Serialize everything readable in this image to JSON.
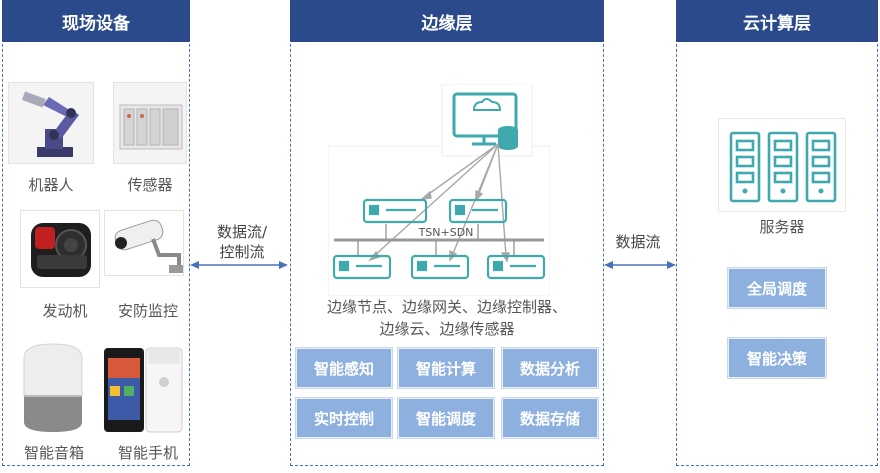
{
  "field": {
    "title": "现场设备",
    "devices": [
      {
        "label": "机器人",
        "icon": "robot-arm-icon"
      },
      {
        "label": "传感器",
        "icon": "sensor-icon"
      },
      {
        "label": "发动机",
        "icon": "engine-icon"
      },
      {
        "label": "安防监控",
        "icon": "security-camera-icon"
      },
      {
        "label": "智能音箱",
        "icon": "smart-speaker-icon"
      },
      {
        "label": "智能手机",
        "icon": "smartphone-icon"
      }
    ]
  },
  "edge": {
    "title": "边缘层",
    "network_label": "TSN+SDN",
    "caption_line1": "边缘节点、边缘网关、边缘控制器、",
    "caption_line2": "边缘云、边缘传感器",
    "capabilities": [
      "智能感知",
      "智能计算",
      "数据分析",
      "实时控制",
      "智能调度",
      "数据存储"
    ]
  },
  "cloud": {
    "title": "云计算层",
    "server_label": "服务器",
    "capabilities": [
      "全局调度",
      "智能决策"
    ]
  },
  "arrows": {
    "left_line1": "数据流/",
    "left_line2": "控制流",
    "right": "数据流"
  },
  "colors": {
    "header_bg": "#2a4a8c",
    "border": "#4a72b8",
    "capability_bg": "#8db0de",
    "icon_teal": "#3fa9ad"
  }
}
